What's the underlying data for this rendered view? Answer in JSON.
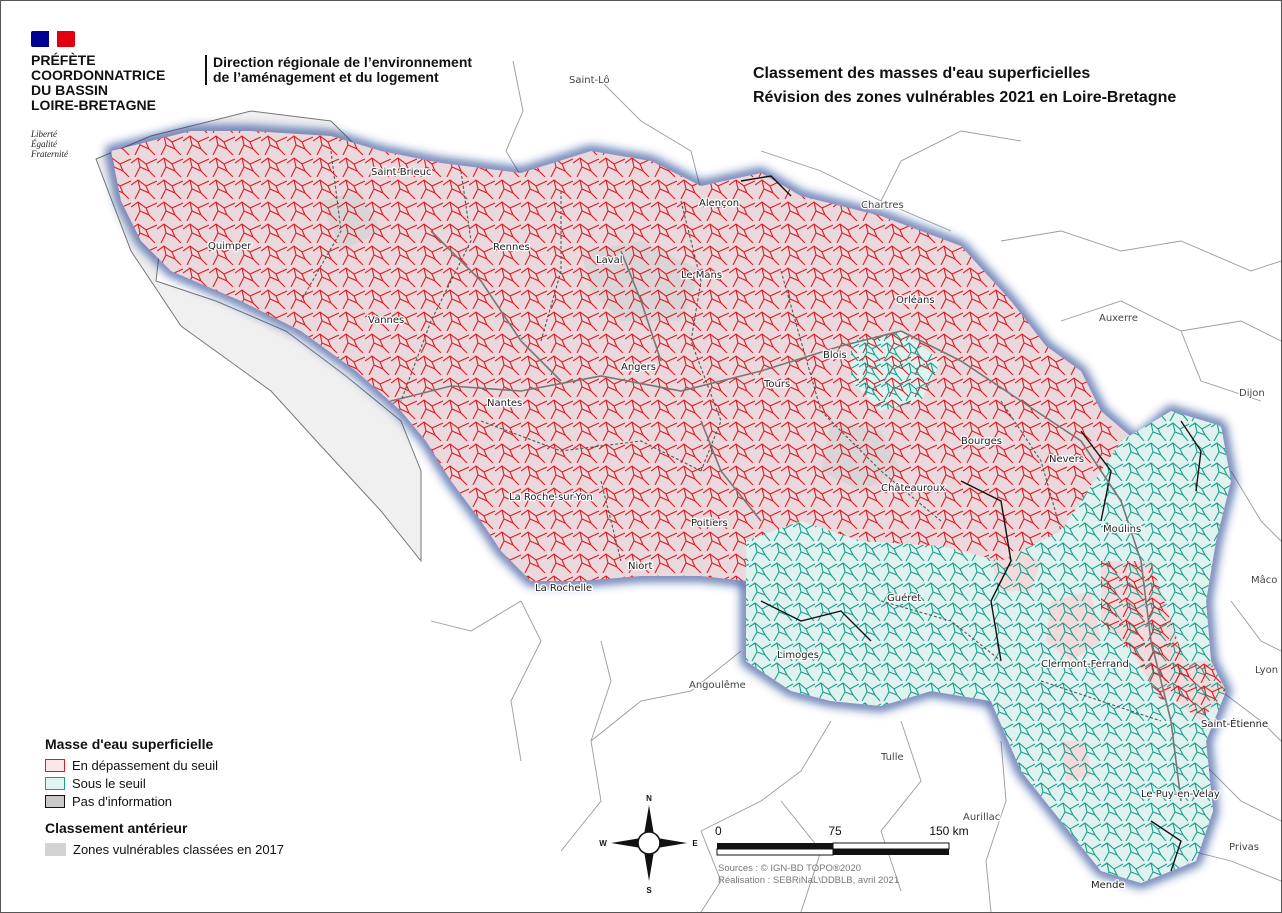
{
  "header": {
    "prefecture_lines": [
      "PRÉFÈTE",
      "COORDONNATRICE",
      "DU BASSIN",
      "LOIRE-BRETAGNE"
    ],
    "motto_lines": [
      "Liberté",
      "Égalité",
      "Fraternité"
    ],
    "dreal_lines": [
      "Direction régionale de l’environnement",
      "de l’aménagement et du logement"
    ]
  },
  "map": {
    "title": "Classement des masses d'eau superficielles",
    "subtitle": "Révision des zones vulnérables 2021 en Loire-Bretagne",
    "colors": {
      "exceed_stroke": "#e01b24",
      "exceed_fill": "#f3dadd",
      "below_stroke": "#1a9e8a",
      "below_fill": "#dff2ef",
      "no_info_stroke": "#111111",
      "vulnerable_2017_fill": "#d3d3d3",
      "halo": "#0b2e8a"
    },
    "cities": [
      {
        "name": "Saint-Lô"
      },
      {
        "name": "Saint-Brieuc"
      },
      {
        "name": "Alençon"
      },
      {
        "name": "Chartres"
      },
      {
        "name": "Quimper"
      },
      {
        "name": "Rennes"
      },
      {
        "name": "Laval"
      },
      {
        "name": "Le Mans"
      },
      {
        "name": "Orléans"
      },
      {
        "name": "Auxerre"
      },
      {
        "name": "Vannes"
      },
      {
        "name": "Blois"
      },
      {
        "name": "Angers"
      },
      {
        "name": "Tours"
      },
      {
        "name": "Dijon"
      },
      {
        "name": "Nantes"
      },
      {
        "name": "Bourges"
      },
      {
        "name": "Nevers"
      },
      {
        "name": "Châteauroux"
      },
      {
        "name": "La Roche-sur-Yon"
      },
      {
        "name": "Poitiers"
      },
      {
        "name": "Moulins"
      },
      {
        "name": "Niort"
      },
      {
        "name": "La Rochelle"
      },
      {
        "name": "Mâco"
      },
      {
        "name": "Guéret"
      },
      {
        "name": "Limoges"
      },
      {
        "name": "Clermont-Ferrand"
      },
      {
        "name": "Angoulême"
      },
      {
        "name": "Lyon"
      },
      {
        "name": "Saint-Étienne"
      },
      {
        "name": "Tulle"
      },
      {
        "name": "Le Puy-en-Velay"
      },
      {
        "name": "Aurillac"
      },
      {
        "name": "Privas"
      },
      {
        "name": "Mende"
      }
    ]
  },
  "legend": {
    "section1_title": "Masse d'eau superficielle",
    "section1_items": [
      "En dépassement du seuil",
      "Sous le seuil",
      "Pas d'information"
    ],
    "section2_title": "Classement antérieur",
    "section2_items": [
      "Zones vulnérables classées en 2017"
    ]
  },
  "compass": {
    "n": "N",
    "s": "S",
    "e": "E",
    "w": "W"
  },
  "scale": {
    "labels": [
      "0",
      "75",
      "150 km"
    ]
  },
  "sources": {
    "line1": "Sources : © IGN-BD TOPO®2020",
    "line2": "Réalisation : SEBRiNaL\\DDBLB, avril 2021"
  }
}
